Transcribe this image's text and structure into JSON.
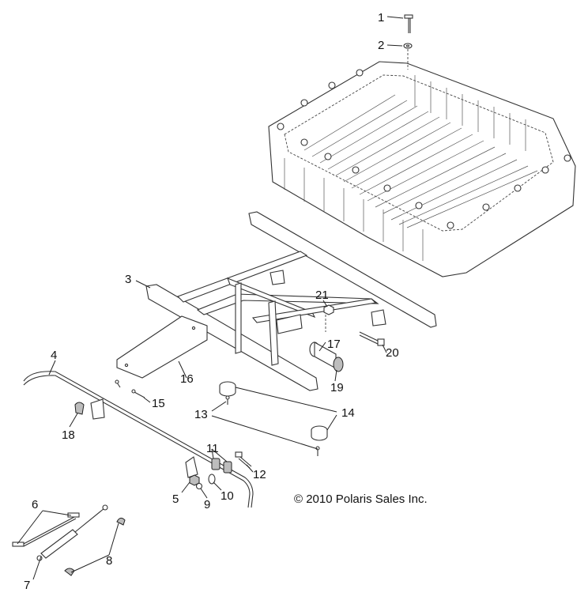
{
  "copyright": "© 2010 Polaris Sales Inc.",
  "callouts": [
    "1",
    "2",
    "3",
    "4",
    "5",
    "6",
    "7",
    "8",
    "9",
    "10",
    "11",
    "12",
    "13",
    "14",
    "15",
    "16",
    "17",
    "18",
    "19",
    "20",
    "21"
  ]
}
